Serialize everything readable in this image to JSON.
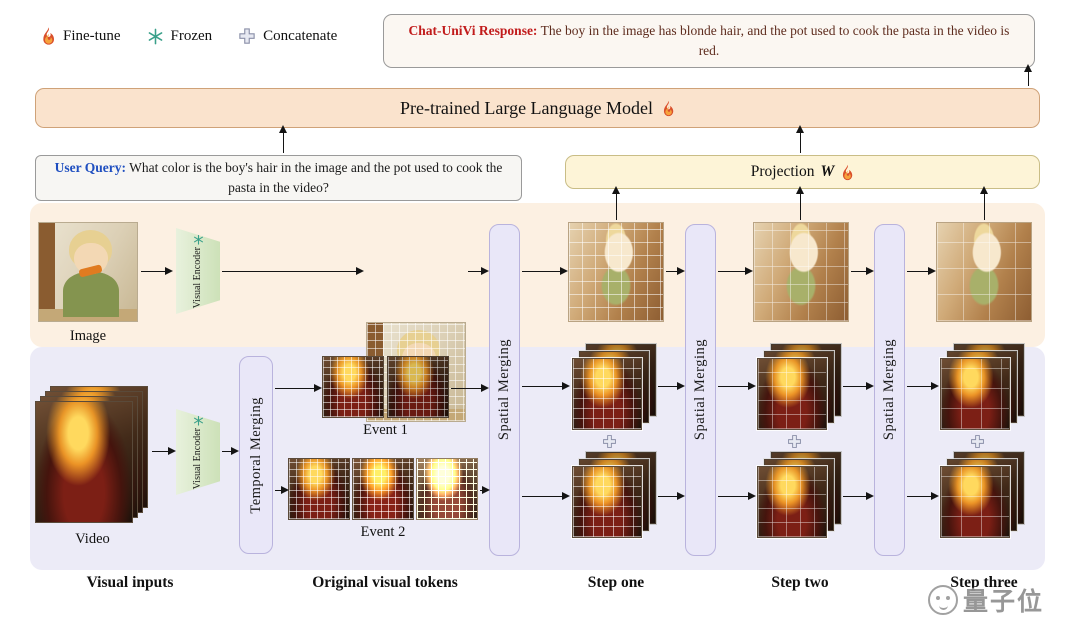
{
  "legend": {
    "finetune": "Fine-tune",
    "frozen": "Frozen",
    "concatenate": "Concatenate"
  },
  "response": {
    "label": "Chat-UniVi Response:",
    "text": "The boy in the image has blonde hair, and the pot used to cook the pasta in the video is red."
  },
  "llm": {
    "label": "Pre-trained Large Language Model"
  },
  "query": {
    "label": "User Query:",
    "text": "What color is the boy's hair in the image and the pot used to cook the pasta in the video?"
  },
  "projection": {
    "label": "Projection",
    "symbol": "W"
  },
  "blocks": {
    "visual_encoder": "Visual Encoder",
    "temporal_merging": "Temporal  Merging",
    "spatial_merging": "Spatial  Merging"
  },
  "labels": {
    "image": "Image",
    "video": "Video",
    "event1": "Event 1",
    "event2": "Event 2"
  },
  "footer": {
    "visual_inputs": "Visual inputs",
    "original_tokens": "Original visual tokens",
    "step_one": "Step one",
    "step_two": "Step two",
    "step_three": "Step three"
  },
  "watermark": {
    "text": "量子位"
  },
  "colors": {
    "response_label": "#c11b1b",
    "query_label": "#1f4fc0",
    "llm_bg": "#fae3cd",
    "projection_bg": "#fdf4d7",
    "panel_image": "#fcf0e2",
    "panel_video": "#ecebf7",
    "merge_box_bg": "#e9e7f8",
    "encoder_bg": "#dcead0",
    "flame": "#d94f2b",
    "frozen": "#3aa08a"
  }
}
